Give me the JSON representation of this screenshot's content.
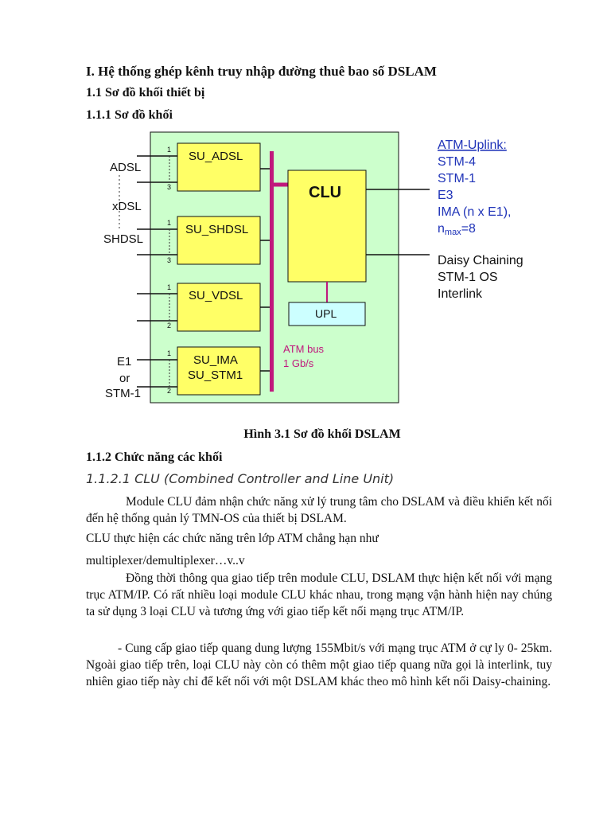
{
  "heading1": "I. Hệ thống ghép kênh truy nhập đường thuê bao số DSLAM",
  "heading2": "1.1 Sơ đồ khối thiết bị",
  "heading3": "1.1.1 Sơ đồ khối",
  "diagram": {
    "left_labels": {
      "adsl": "ADSL",
      "xdsl": "xDSL",
      "shdsl": "SHDSL",
      "e1": "E1",
      "or": "or",
      "stm1": "STM-1"
    },
    "modules": {
      "su_adsl": "SU_ADSL",
      "su_shdsl": "SU_SHDSL",
      "su_vdsl": "SU_VDSL",
      "su_ima_1": "SU_IMA",
      "su_ima_2": "SU_STM1"
    },
    "port_numbers": {
      "adsl_top": "1",
      "adsl_bottom": "3",
      "shdsl_top": "1",
      "shdsl_bottom": "3",
      "vdsl_top": "1",
      "vdsl_bottom": "2",
      "ima_top": "1",
      "ima_bottom": "2"
    },
    "clu": "CLU",
    "upl": "UPL",
    "atm_bus_1": "ATM bus",
    "atm_bus_2": "1 Gb/s",
    "right": {
      "uplink_title": "ATM-Uplink:",
      "stm4": "STM-4",
      "stm1": "STM-1",
      "e3": "E3",
      "ima": "IMA (n x E1),",
      "nmax_n": "n",
      "nmax_sub": "max",
      "nmax_val": "=8",
      "daisy1": "Daisy Chaining",
      "daisy2": "STM-1 OS",
      "daisy3": "Interlink"
    },
    "colors": {
      "panel": "#ccffcc",
      "module": "#ffff66",
      "upl": "#ccffff",
      "bus": "#c0187c",
      "right_text": "#1f33b8"
    }
  },
  "figure_caption": "Hình 3.1 Sơ đồ khối DSLAM",
  "heading4": "1.1.2 Chức năng các khối",
  "heading5": "1.1.2.1 CLU (Combined Controller and Line Unit)",
  "paragraphs": {
    "p1": "Module CLU đảm nhận chức năng xử lý trung tâm cho DSLAM và điều khiển kết nối đến hệ thống quản lý TMN-OS của thiết bị DSLAM.",
    "p2": "CLU thực hiện các chức năng trên lớp ATM chẳng hạn như",
    "p3": "multiplexer/demultiplexer…v..v",
    "p4": "Đồng thời thông qua giao tiếp trên module CLU, DSLAM thực hiện kết nối với mạng trục ATM/IP. Có rất nhiều loại module CLU khác nhau, trong mạng vận hành hiện nay chúng ta sử dụng 3 loại CLU và tương ứng với giao tiếp kết nối mạng trục ATM/IP.",
    "p5": "-     Cung cấp giao tiếp quang dung lượng 155Mbit/s với mạng trục ATM ở cự ly 0- 25km. Ngoài giao tiếp trên, loại CLU này còn có thêm một giao tiếp quang nữa gọi là interlink, tuy nhiên giao tiếp này chỉ để kết nối với một DSLAM khác theo mô hình kết nối Daisy-chaining."
  }
}
